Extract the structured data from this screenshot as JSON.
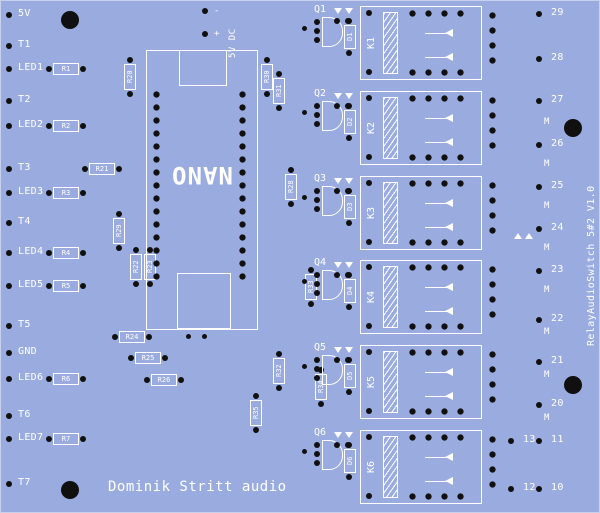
{
  "colors": {
    "board": "#9aabdf",
    "silk": "#ffffff",
    "pad": "#101010"
  },
  "board": {
    "bottom_text": "Dominik Stritt audio",
    "side_text": "RelayAudioSwitch 5#2 V1.0",
    "nano": "NANO",
    "power": "5V DC",
    "plus": "+",
    "minus": "-"
  },
  "left_labels": [
    "5V",
    "T1",
    "LED1",
    "T2",
    "LED2",
    "T3",
    "LED3",
    "T4",
    "LED4",
    "LED5",
    "T5",
    "GND",
    "LED6",
    "T6",
    "LED7",
    "T7"
  ],
  "resistors_h": [
    "R1",
    "R2",
    "R21",
    "R3",
    "R4",
    "R5",
    "R6",
    "R7",
    "R24",
    "R25",
    "R26"
  ],
  "resistors_v": [
    "R20",
    "R29",
    "R22",
    "R23",
    "R30",
    "R31",
    "R28",
    "R33",
    "R32",
    "R34",
    "R35"
  ],
  "transistors": [
    "Q1",
    "Q2",
    "Q3",
    "Q4",
    "Q5",
    "Q6"
  ],
  "diodes": [
    "D1",
    "D2",
    "D3",
    "D4",
    "D5",
    "D6"
  ],
  "relays": [
    "K1",
    "K2",
    "K3",
    "K4",
    "K5",
    "K6"
  ],
  "pin_numbers": [
    "29",
    "28",
    "27",
    "26",
    "25",
    "24",
    "23",
    "22",
    "21",
    "20",
    "13",
    "11",
    "12",
    "10"
  ],
  "m_labels": [
    "M",
    "M",
    "M",
    "M",
    "M",
    "M",
    "M",
    "M"
  ]
}
